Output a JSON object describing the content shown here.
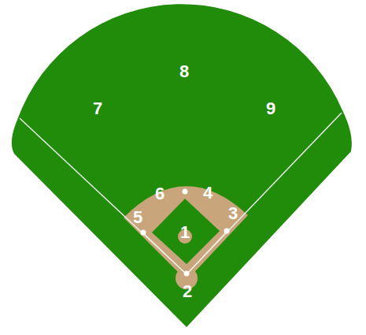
{
  "diagram": {
    "labels": [
      "8",
      "7",
      "9",
      "6",
      "4",
      "5",
      "3",
      "1",
      "2"
    ]
  }
}
